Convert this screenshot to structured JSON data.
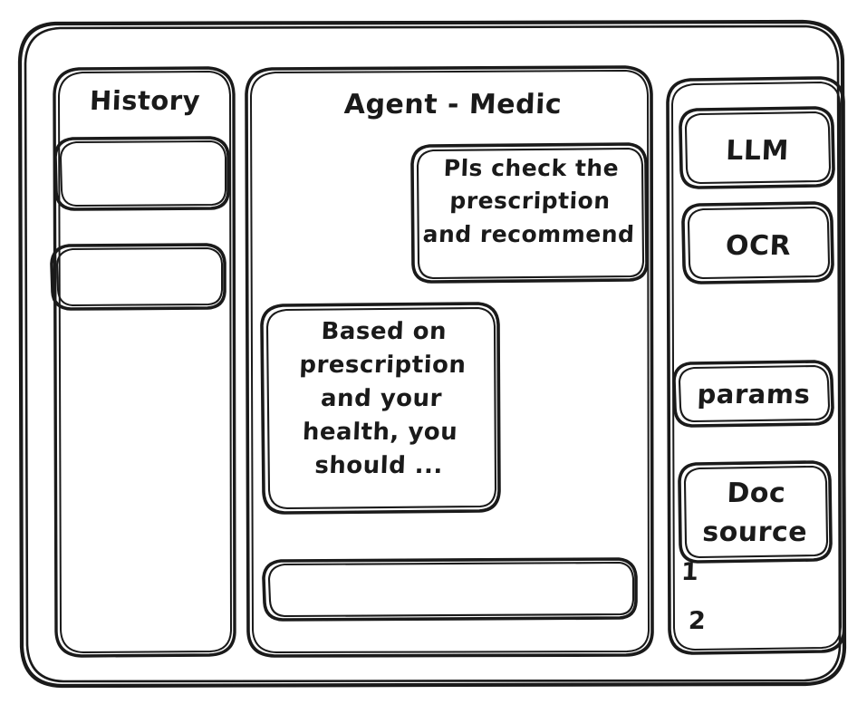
{
  "app": {
    "frame_label": "app-window",
    "stroke_color": "#1a1a1a",
    "background_color": "#ffffff"
  },
  "sidebar_left": {
    "title": "History",
    "items": [
      {
        "label": "",
        "name": "history-item-1"
      },
      {
        "label": "",
        "name": "history-item-2"
      }
    ]
  },
  "main": {
    "title": "Agent - Medic",
    "messages": [
      {
        "role": "user",
        "text": "Pls check the\nprescription\nand recommend"
      },
      {
        "role": "assistant",
        "text": "Based on\nprescription\nand your\nhealth, you\nshould ..."
      }
    ],
    "composer": {
      "value": "",
      "placeholder": ""
    }
  },
  "sidebar_right": {
    "tools": [
      {
        "label": "LLM"
      },
      {
        "label": "OCR"
      },
      {
        "label": "params"
      }
    ],
    "doc_source": {
      "label": "Doc\nsource",
      "items": [
        {
          "label": "1"
        },
        {
          "label": "2"
        }
      ]
    }
  }
}
